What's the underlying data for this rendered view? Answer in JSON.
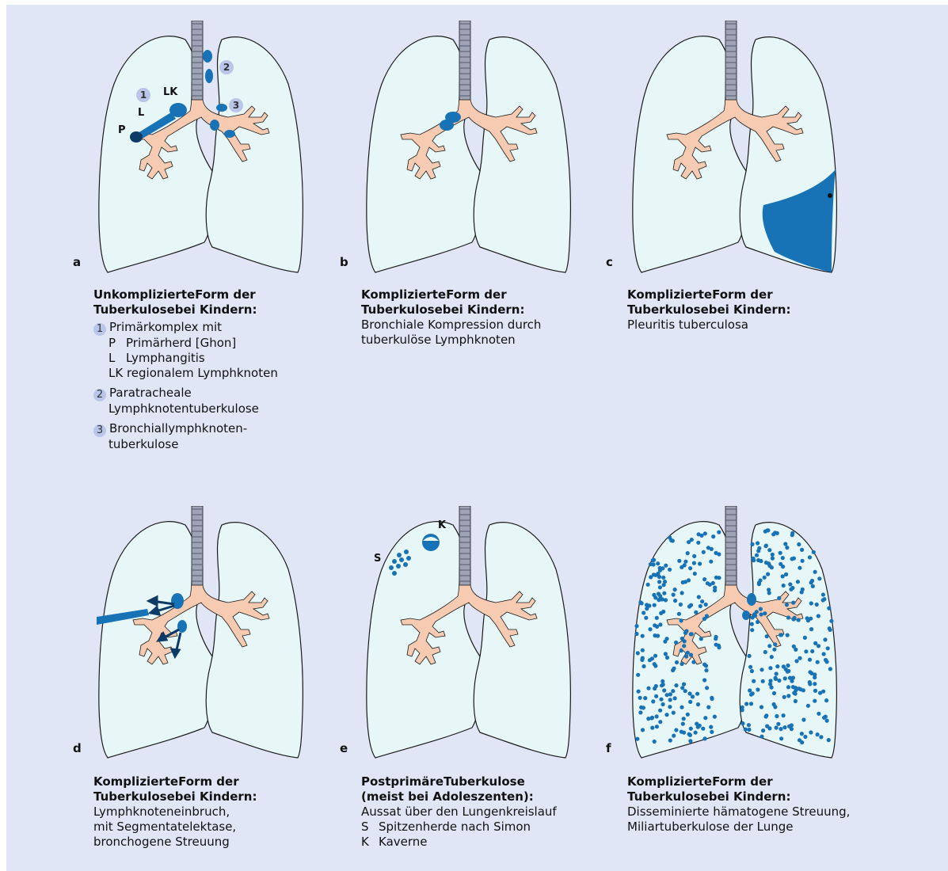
{
  "colors": {
    "background": "#e1e6f6",
    "lung": "#e7f6f6",
    "lung_stroke": "#1a1a1a",
    "bronchus": "#f6cbb2",
    "trachea": "#9ea3b6",
    "lesion": "#1773b5",
    "lesion_dark": "#0d3a66",
    "badge": "#b9c6ea"
  },
  "panels": [
    {
      "letter": "a",
      "title_lines": [
        "UnkomplizierteForm der",
        "Tuberkulosebei Kindern:"
      ],
      "labels": {
        "n1": "1",
        "n2": "2",
        "n3": "3",
        "LK": "LK",
        "L": "L",
        "P": "P"
      },
      "items": [
        {
          "num": "1",
          "lines": [
            "Primärkomplex mit"
          ],
          "sub": [
            {
              "k": "P",
              "v": "Primärherd [Ghon]"
            },
            {
              "k": "L",
              "v": "Lymphangitis"
            },
            {
              "k": "",
              "v": "LK regionalem Lymphknoten"
            }
          ]
        },
        {
          "num": "2",
          "lines": [
            "Paratracheale",
            "Lymphknotentuberkulose"
          ]
        },
        {
          "num": "3",
          "lines": [
            "Bronchiallymphknoten-",
            "tuberkulose"
          ]
        }
      ]
    },
    {
      "letter": "b",
      "title_lines": [
        "KomplizierteForm der",
        "Tuberkulosebei Kindern:"
      ],
      "body_lines": [
        "Bronchiale Kompression durch",
        "tuberkulöse Lymphknoten"
      ]
    },
    {
      "letter": "c",
      "title_lines": [
        "KomplizierteForm der",
        "Tuberkulosebei Kindern:"
      ],
      "body_lines": [
        "Pleuritis tuberculosa"
      ]
    },
    {
      "letter": "d",
      "title_lines": [
        "KomplizierteForm der",
        "Tuberkulosebei Kindern:"
      ],
      "body_lines": [
        "Lymphknoteneinbruch,",
        "mit Segmentatelektase,",
        "bronchogene Streuung"
      ]
    },
    {
      "letter": "e",
      "title_lines": [
        "PostprimäreTuberkulose",
        "(meist bei Adoleszenten):"
      ],
      "labels": {
        "S": "S",
        "K": "K"
      },
      "body_lines": [
        "Aussat über den Lungenkreislauf"
      ],
      "sub": [
        {
          "k": "S",
          "v": "Spitzenherde nach Simon"
        },
        {
          "k": "K",
          "v": "Kaverne"
        }
      ]
    },
    {
      "letter": "f",
      "title_lines": [
        "KomplizierteForm der",
        "Tuberkulosebei Kindern:"
      ],
      "body_lines": [
        "Disseminierte hämatogene Streuung,",
        "Miliartuberkulose der Lunge"
      ]
    }
  ]
}
